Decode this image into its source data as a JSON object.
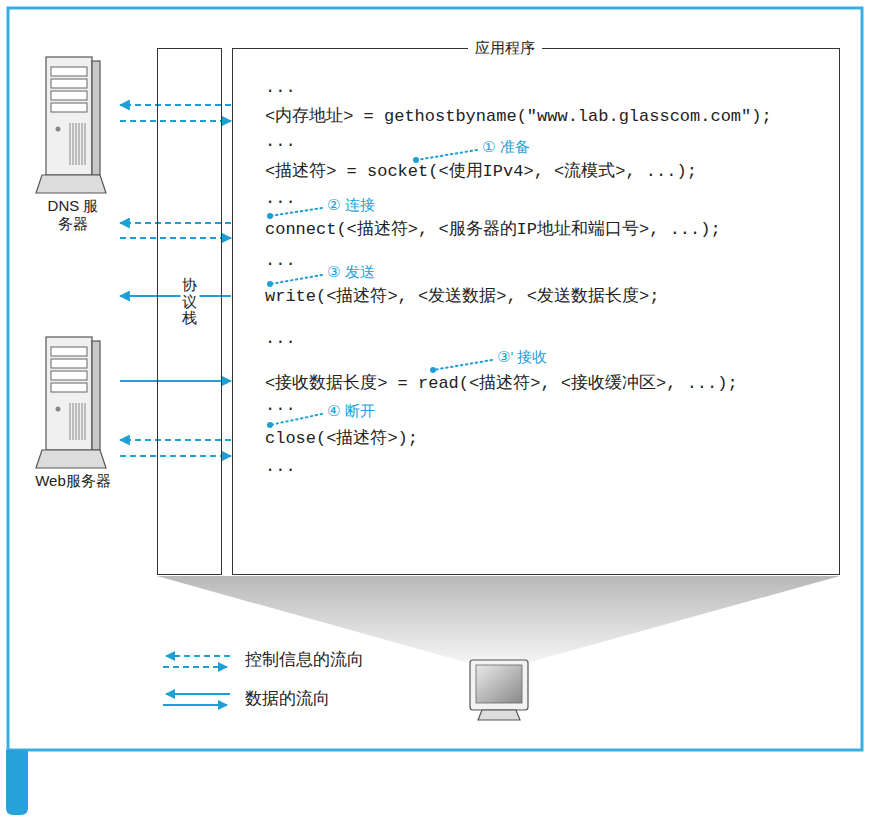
{
  "diagram": {
    "nodes": [
      {
        "text": [
          "DNS 服务器"
        ]
      },
      {
        "text": [
          "协议栈"
        ]
      },
      {
        "text": [
          "应用程序"
        ]
      },
      {
        "text": [
          "Web服务器"
        ]
      }
    ],
    "edges": [
      {
        "from": 2,
        "to": 0,
        "arrow": "to"
      },
      {
        "from": 0,
        "to": 2,
        "arrow": "to"
      },
      {
        "from": 2,
        "to": 0,
        "arrow": "to"
      },
      {
        "from": 0,
        "to": 2,
        "arrow": "to"
      },
      {
        "from": 2,
        "to": 3,
        "arrow": "to"
      },
      {
        "from": 3,
        "to": 2,
        "arrow": "to"
      },
      {
        "from": 2,
        "to": 3,
        "arrow": "to"
      },
      {
        "from": 3,
        "to": 2,
        "arrow": "to"
      }
    ],
    "labels": [
      "...",
      "<内存地址> = gethostbyname(\"www.lab.glasscom.com\");",
      "...",
      "① 准备",
      "<描述符> = socket(<使用IPv4>, <流模式>, ...);",
      "...",
      "② 连接",
      "connect(<描述符>, <服务器的IP地址和端口号>, ...);",
      "...",
      "③ 发送",
      "write(<描述符>, <发送数据>, <发送数据长度>;",
      "...",
      "③' 接收",
      "<接收数据长度> = read(<描述符>, <接收缓冲区>, ...);",
      "...",
      "④ 断开",
      "close(<描述符>);",
      "..."
    ],
    "legend": [
      {
        "text": "控制信息的流向"
      },
      {
        "text": "数据的流向"
      }
    ]
  }
}
